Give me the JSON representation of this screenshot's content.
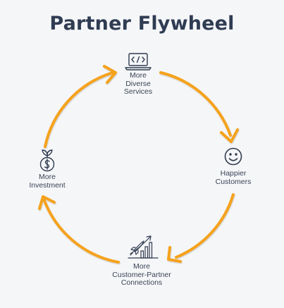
{
  "title": "Partner Flywheel",
  "accent_color": "#f5a21c",
  "icon_color": "#2f3b4f",
  "nodes": [
    {
      "id": "top",
      "icon": "laptop-code-icon",
      "lines": [
        "More",
        "Diverse",
        "Services"
      ]
    },
    {
      "id": "right",
      "icon": "smiley-face-icon",
      "lines": [
        "Happier",
        "Customers"
      ]
    },
    {
      "id": "bottom",
      "icon": "rocket-growth-chart-icon",
      "lines": [
        "More",
        "Customer-Partner",
        "Connections"
      ]
    },
    {
      "id": "left",
      "icon": "money-plant-icon",
      "lines": [
        "More",
        "Investment"
      ]
    }
  ]
}
